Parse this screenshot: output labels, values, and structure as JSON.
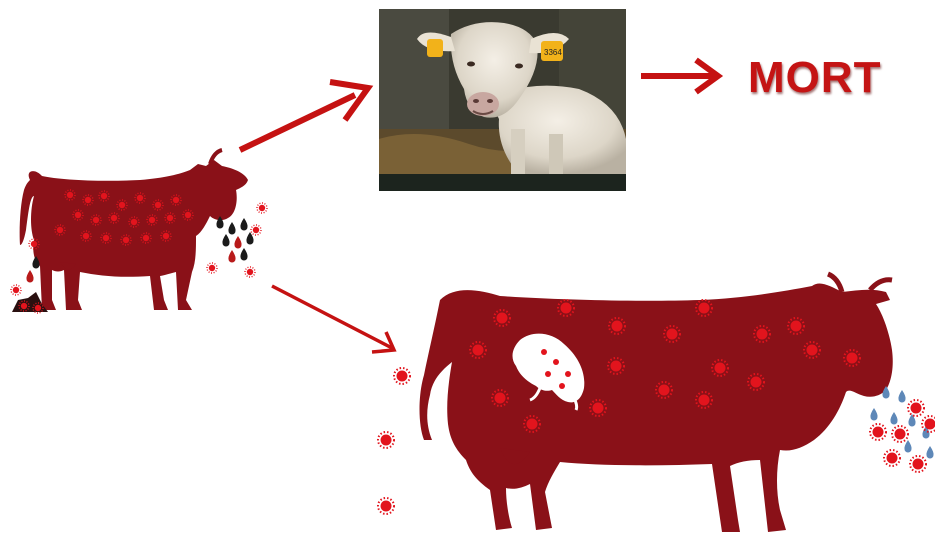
{
  "outcome_label": "MORT",
  "photo": {
    "ear_tag_text": "3364"
  },
  "colors": {
    "cow_body": "#8a1118",
    "pathogen_dot": "#e2141d",
    "arrow": "#c51212",
    "droplet_black": "#1b1b1b",
    "droplet_blue": "#5e88b8",
    "fetus": "#ffffff"
  },
  "icons": {
    "infected_cow": "cow-silhouette",
    "pregnant_cow": "cow-silhouette-with-fetus",
    "pathogen": "spiky-dot",
    "arrow": "right-arrow"
  }
}
